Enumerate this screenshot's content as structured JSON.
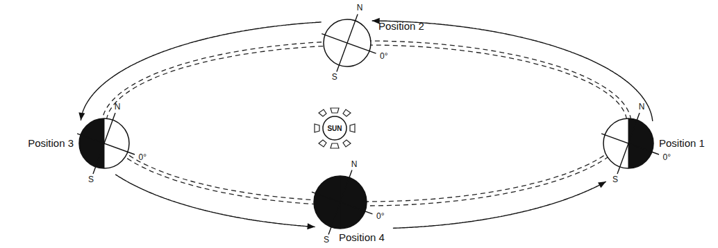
{
  "diagram": {
    "nodes": [
      {
        "text": [
          "N",
          "S",
          "0°",
          "Position 2"
        ]
      },
      {
        "text": [
          "N",
          "S",
          "0°",
          "Position 3"
        ]
      },
      {
        "text": [
          "SUN"
        ]
      },
      {
        "text": [
          "N",
          "S",
          "0°",
          "Position 1"
        ]
      },
      {
        "text": [
          "N",
          "S",
          "0°",
          "Position 4"
        ]
      }
    ],
    "edges": [
      {
        "from": 3,
        "to": 0,
        "arrow": "to"
      },
      {
        "from": 0,
        "to": 1,
        "arrow": "to"
      },
      {
        "from": 1,
        "to": 4,
        "arrow": "to"
      },
      {
        "from": 4,
        "to": 3,
        "arrow": "to"
      }
    ]
  }
}
